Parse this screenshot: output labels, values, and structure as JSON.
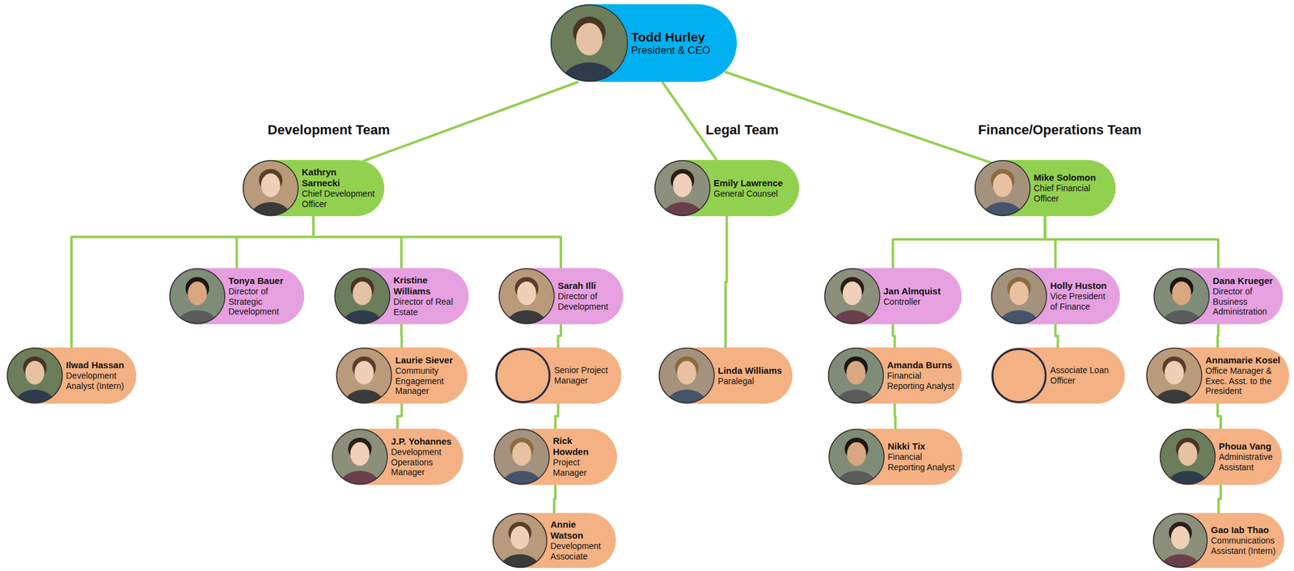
{
  "diagram": {
    "nodes": [
      {
        "text": [
          "Todd Hurley",
          "President & CEO"
        ]
      },
      {
        "text": [
          "Kathryn Sarnecki",
          "Chief Development Officer"
        ]
      },
      {
        "text": [
          "Emily Lawrence",
          "General Counsel"
        ]
      },
      {
        "text": [
          "Mike Solomon",
          "Chief Financial Officer"
        ]
      },
      {
        "text": [
          "Tonya Bauer",
          "Director of Strategic Development"
        ]
      },
      {
        "text": [
          "Kristine Williams",
          "Director of Real Estate"
        ]
      },
      {
        "text": [
          "Sarah Illi",
          "Director of Development"
        ]
      },
      {
        "text": [
          "Jan Almquist",
          "Controller"
        ]
      },
      {
        "text": [
          "Holly Huston",
          "Vice President of Finance"
        ]
      },
      {
        "text": [
          "Dana Krueger",
          "Director of Business Administration"
        ]
      },
      {
        "text": [
          "Ilwad Hassan",
          "Development Analyst (Intern)"
        ]
      },
      {
        "text": [
          "Laurie Siever",
          "Community Engagement Manager"
        ]
      },
      {
        "text": [
          "Senior Project Manager"
        ]
      },
      {
        "text": [
          "Linda Williams",
          "Paralegal"
        ]
      },
      {
        "text": [
          "Amanda Burns",
          "Financial Reporting Analyst"
        ]
      },
      {
        "text": [
          "Associate Loan Officer"
        ]
      },
      {
        "text": [
          "Annamarie Kosel",
          "Office Manager & Exec. Asst. to the President"
        ]
      },
      {
        "text": [
          "J.P. Yohannes",
          "Development Operations Manager"
        ]
      },
      {
        "text": [
          "Rick Howden",
          "Project Manager"
        ]
      },
      {
        "text": [
          "Nikki Tix",
          "Financial Reporting Analyst"
        ]
      },
      {
        "text": [
          "Phoua Vang",
          "Administrative Assistant"
        ]
      },
      {
        "text": [
          "Annie Watson",
          "Development Associate"
        ]
      },
      {
        "text": [
          "Gao Iab Thao",
          "Communications Assistant (Intern)"
        ]
      }
    ],
    "edges": [
      {
        "from": 0,
        "to": 1,
        "arrow": "none"
      },
      {
        "from": 0,
        "to": 2,
        "arrow": "none"
      },
      {
        "from": 0,
        "to": 3,
        "arrow": "none"
      },
      {
        "from": 1,
        "to": 10,
        "arrow": "none"
      },
      {
        "from": 1,
        "to": 4,
        "arrow": "none"
      },
      {
        "from": 1,
        "to": 5,
        "arrow": "none"
      },
      {
        "from": 1,
        "to": 6,
        "arrow": "none"
      },
      {
        "from": 2,
        "to": 13,
        "arrow": "none"
      },
      {
        "from": 3,
        "to": 7,
        "arrow": "none"
      },
      {
        "from": 3,
        "to": 8,
        "arrow": "none"
      },
      {
        "from": 3,
        "to": 9,
        "arrow": "none"
      },
      {
        "from": 5,
        "to": 11,
        "arrow": "none"
      },
      {
        "from": 11,
        "to": 17,
        "arrow": "none"
      },
      {
        "from": 6,
        "to": 12,
        "arrow": "none"
      },
      {
        "from": 12,
        "to": 18,
        "arrow": "none"
      },
      {
        "from": 18,
        "to": 21,
        "arrow": "none"
      },
      {
        "from": 7,
        "to": 14,
        "arrow": "none"
      },
      {
        "from": 14,
        "to": 19,
        "arrow": "none"
      },
      {
        "from": 8,
        "to": 15,
        "arrow": "none"
      },
      {
        "from": 9,
        "to": 16,
        "arrow": "none"
      },
      {
        "from": 16,
        "to": 20,
        "arrow": "none"
      },
      {
        "from": 20,
        "to": 22,
        "arrow": "none"
      }
    ],
    "labels": [
      "Development Team",
      "Legal Team",
      "Finance/Operations Team"
    ]
  }
}
